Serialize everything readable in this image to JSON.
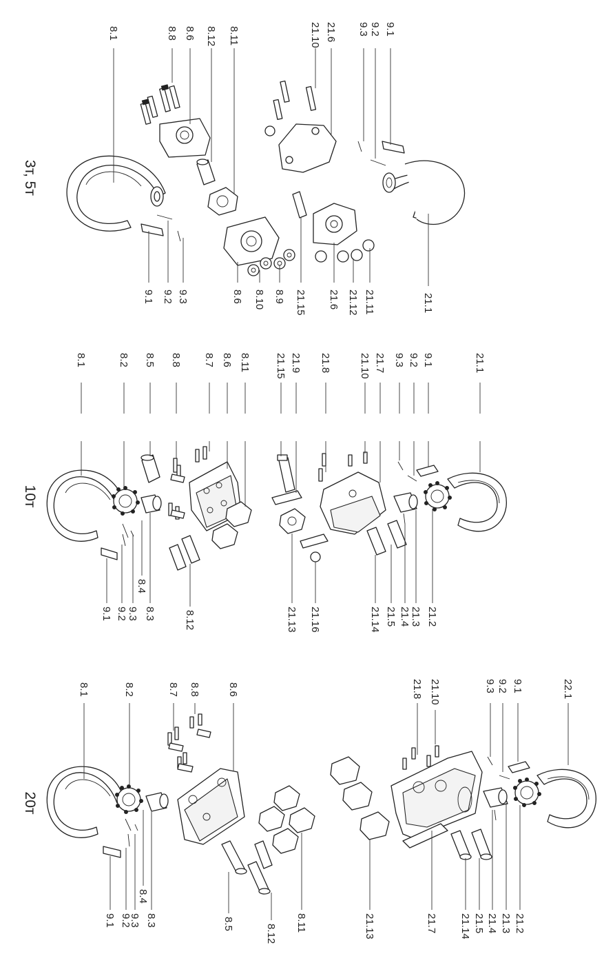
{
  "sections": [
    {
      "title": "3т, 5т",
      "callouts": [
        "8.1",
        "8.8",
        "8.6",
        "8.12",
        "8.11",
        "21.6",
        "21.10",
        "9.3",
        "9.2",
        "9.1",
        "9.1",
        "9.2",
        "9.3",
        "8.6",
        "8.10",
        "8.9",
        "21.15",
        "21.6",
        "21.12",
        "21.11",
        "21.1"
      ]
    },
    {
      "title": "10т",
      "callouts": [
        "8.1",
        "8.2",
        "8.5",
        "8.8",
        "8.7",
        "8.6",
        "8.11",
        "21.15",
        "21.9",
        "21.8",
        "21.10",
        "21.7",
        "9.3",
        "9.2",
        "9.1",
        "21.1",
        "9.1",
        "9.2",
        "9.3",
        "8.4",
        "8.3",
        "8.12",
        "21.13",
        "21.16",
        "21.14",
        "21.5",
        "21.4",
        "21.3",
        "21.2"
      ]
    },
    {
      "title": "20т",
      "callouts": [
        "8.1",
        "8.2",
        "8.7",
        "8.8",
        "8.6",
        "21.8",
        "21.10",
        "9.3",
        "9.2",
        "9.1",
        "22.1",
        "9.1",
        "9.2",
        "9.3",
        "8.4",
        "8.3",
        "8.5",
        "8.12",
        "8.11",
        "21.13",
        "21.7",
        "21.14",
        "21.5",
        "21.4",
        "21.3",
        "21.2"
      ]
    }
  ]
}
